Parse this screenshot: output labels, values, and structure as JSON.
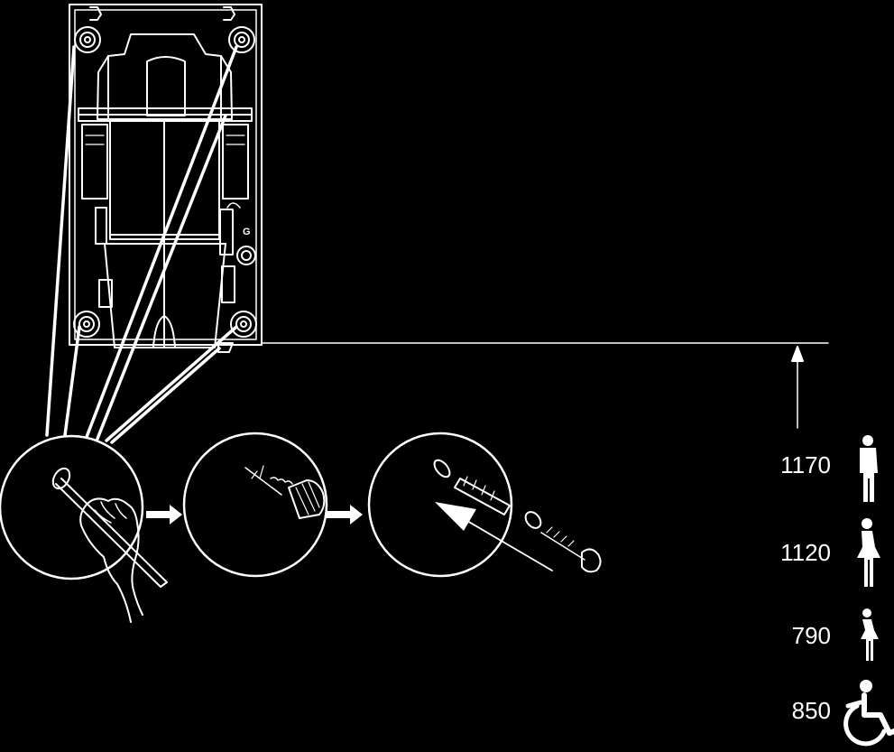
{
  "heights": [
    {
      "value": "1170",
      "icon": "man-icon"
    },
    {
      "value": "1120",
      "icon": "woman-icon"
    },
    {
      "value": "790",
      "icon": "child-icon"
    },
    {
      "value": "850",
      "icon": "wheelchair-icon"
    }
  ],
  "unit_label": "G",
  "colors": {
    "background": "#000000",
    "ink": "#ffffff"
  },
  "steps": [
    "mark-hole",
    "drill-hole",
    "insert-plug-and-screw"
  ]
}
